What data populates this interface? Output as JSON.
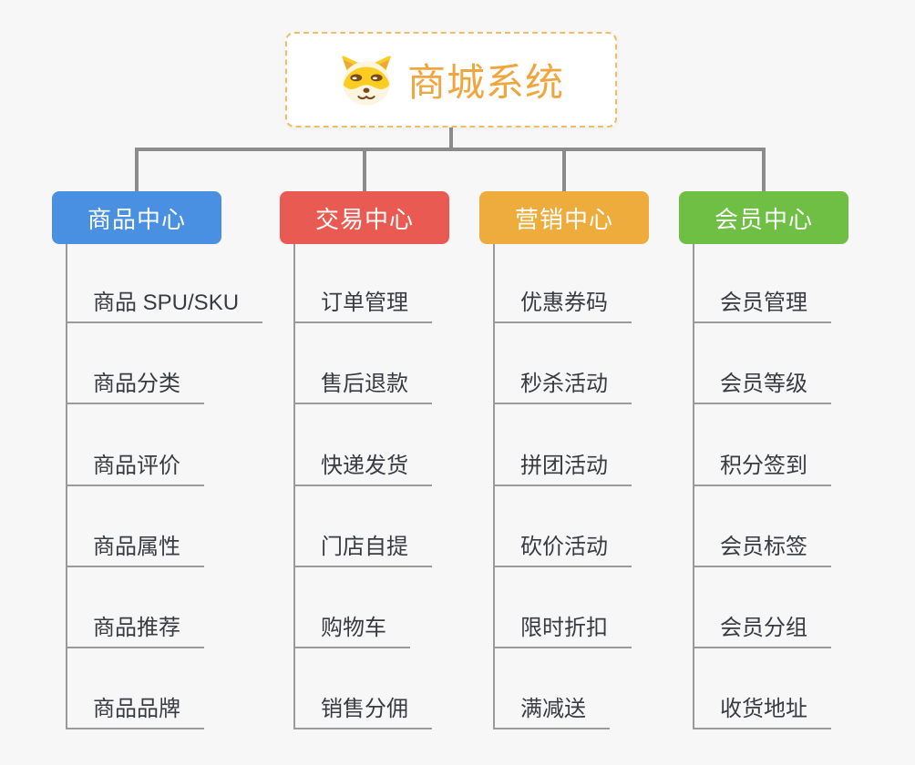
{
  "page": {
    "background_color": "#f7f7f7",
    "connector_color": "#8b8b8b",
    "sub_connector_color": "#9a9a9a"
  },
  "root": {
    "title": "商城系统",
    "icon": "dog-face-icon",
    "text_color": "#f0a63e",
    "border_color": "#f3bb63"
  },
  "branches": [
    {
      "label": "商品中心",
      "color": "#4a90e2",
      "items": [
        "商品 SPU/SKU",
        "商品分类",
        "商品评价",
        "商品属性",
        "商品推荐",
        "商品品牌"
      ]
    },
    {
      "label": "交易中心",
      "color": "#e95b52",
      "items": [
        "订单管理",
        "售后退款",
        "快递发货",
        "门店自提",
        "购物车",
        "销售分佣"
      ]
    },
    {
      "label": "营销中心",
      "color": "#edac3c",
      "items": [
        "优惠券码",
        "秒杀活动",
        "拼团活动",
        "砍价活动",
        "限时折扣",
        "满减送"
      ]
    },
    {
      "label": "会员中心",
      "color": "#6fbf44",
      "items": [
        "会员管理",
        "会员等级",
        "积分签到",
        "会员标签",
        "会员分组",
        "收货地址"
      ]
    }
  ]
}
